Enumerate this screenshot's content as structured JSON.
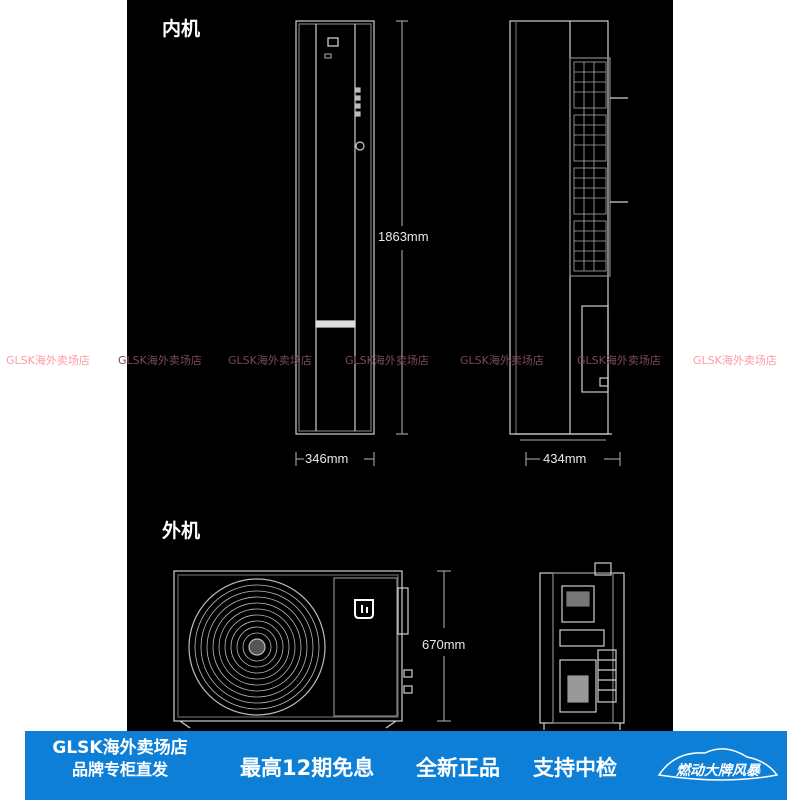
{
  "sections": {
    "indoor_label": "内机",
    "outdoor_label": "外机"
  },
  "dimensions": {
    "indoor_height": "1863mm",
    "indoor_width": "346mm",
    "indoor_depth": "434mm",
    "outdoor_height": "670mm"
  },
  "watermark": {
    "text": "GLSK海外卖场店"
  },
  "banner": {
    "store_line1": "GLSK海外卖场店",
    "store_line2": "品牌专柜直发",
    "promo1": "最高12期免息",
    "promo2": "全新正品",
    "promo3": "支持中检",
    "badge_text": "燃动大牌风暴",
    "background_color": "#0d7fd6"
  },
  "colors": {
    "panel_background": "#000000",
    "outline": "#d8d8d8",
    "watermark": "#ff9aa8"
  }
}
